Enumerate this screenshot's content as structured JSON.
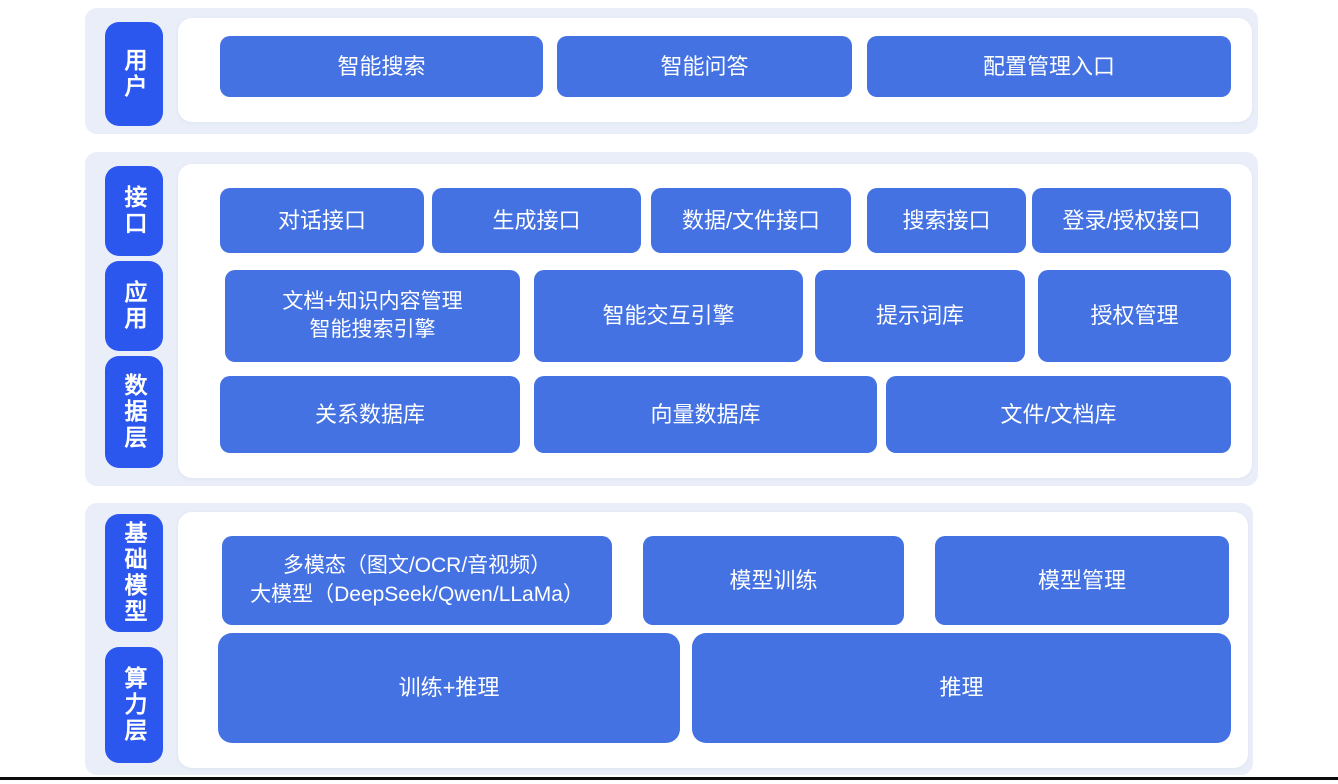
{
  "colors": {
    "button_blue": "#4472e2",
    "pill_blue": "#2b57ee",
    "section_bg": "#e9eef8",
    "page_bg": "#ffffff",
    "bottom_rule": "#0c0c0c",
    "text": "#ffffff"
  },
  "sections": [
    {
      "name": "user-layer",
      "pills": [
        {
          "label": "用户"
        }
      ],
      "rows": [
        {
          "buttons": [
            {
              "label": "智能搜索"
            },
            {
              "label": "智能问答"
            },
            {
              "label": "配置管理入口"
            }
          ]
        }
      ]
    },
    {
      "name": "interface-application-data-layer",
      "pills": [
        {
          "label": "接口"
        },
        {
          "label": "应用"
        },
        {
          "label": "数据层"
        }
      ],
      "rows": [
        {
          "buttons": [
            {
              "label": "对话接口"
            },
            {
              "label": "生成接口"
            },
            {
              "label": "数据/文件接口"
            },
            {
              "label": "搜索接口"
            },
            {
              "label": "登录/授权接口"
            }
          ]
        },
        {
          "buttons": [
            {
              "lines": [
                "文档+知识内容管理",
                "智能搜索引擎"
              ]
            },
            {
              "label": "智能交互引擎"
            },
            {
              "label": "提示词库"
            },
            {
              "label": "授权管理"
            }
          ]
        },
        {
          "buttons": [
            {
              "label": "关系数据库"
            },
            {
              "label": "向量数据库"
            },
            {
              "label": "文件/文档库"
            }
          ]
        }
      ]
    },
    {
      "name": "foundation-model-compute-layer",
      "pills": [
        {
          "label": "基础模型"
        },
        {
          "label": "算力层"
        }
      ],
      "rows": [
        {
          "buttons": [
            {
              "lines": [
                "多模态（图文/OCR/音视频）",
                "大模型（DeepSeek/Qwen/LLaMa）"
              ]
            },
            {
              "label": "模型训练"
            },
            {
              "label": "模型管理"
            }
          ]
        },
        {
          "buttons": [
            {
              "label": "训练+推理"
            },
            {
              "label": "推理"
            }
          ]
        }
      ]
    }
  ]
}
